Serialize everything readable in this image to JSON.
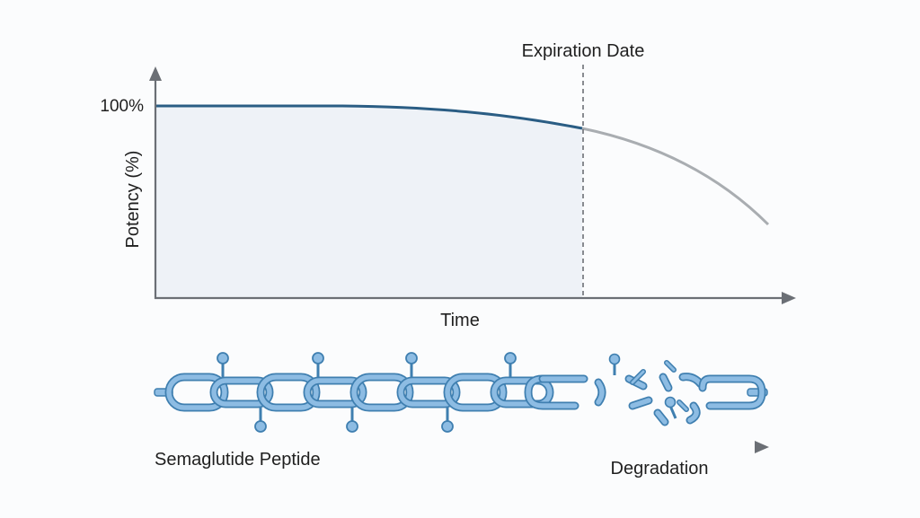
{
  "chart_data": {
    "type": "line",
    "xlabel": "Time",
    "ylabel": "Potency (%)",
    "y_tick_labels": [
      "100%"
    ],
    "annotations": [
      "Expiration Date"
    ],
    "grid": false,
    "legend": "none"
  },
  "diagram": {
    "peptide_label": "Semaglutide Peptide",
    "degradation_label": "Degradation"
  },
  "colors": {
    "axis": "#6b6f75",
    "curve_before": "#2a5d84",
    "curve_after": "#a9adb1",
    "shaded_area": "#eef2f7",
    "chain_fill": "#8dbce3",
    "chain_stroke": "#3f7fb0",
    "text": "#1f1f1f"
  },
  "icons": [
    "arrow-right-icon",
    "arrow-up-icon",
    "chain-link-icon",
    "broken-chain-icon"
  ]
}
